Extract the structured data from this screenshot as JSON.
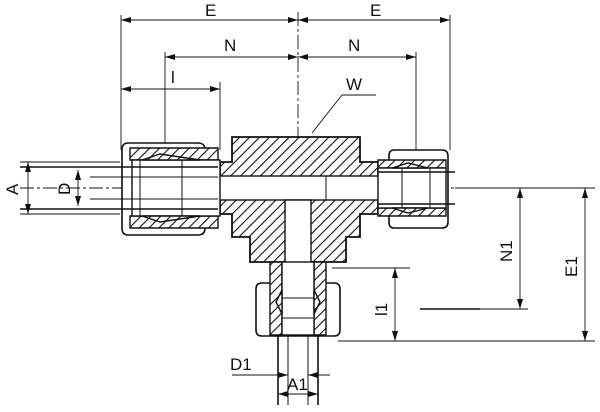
{
  "labels": {
    "E_left": "E",
    "E_right": "E",
    "N_left": "N",
    "N_right": "N",
    "l": "l",
    "W": "W",
    "A": "A",
    "D": "D",
    "N1": "N1",
    "E1": "E1",
    "l1": "l1",
    "D1": "D1",
    "A1": "A1"
  }
}
